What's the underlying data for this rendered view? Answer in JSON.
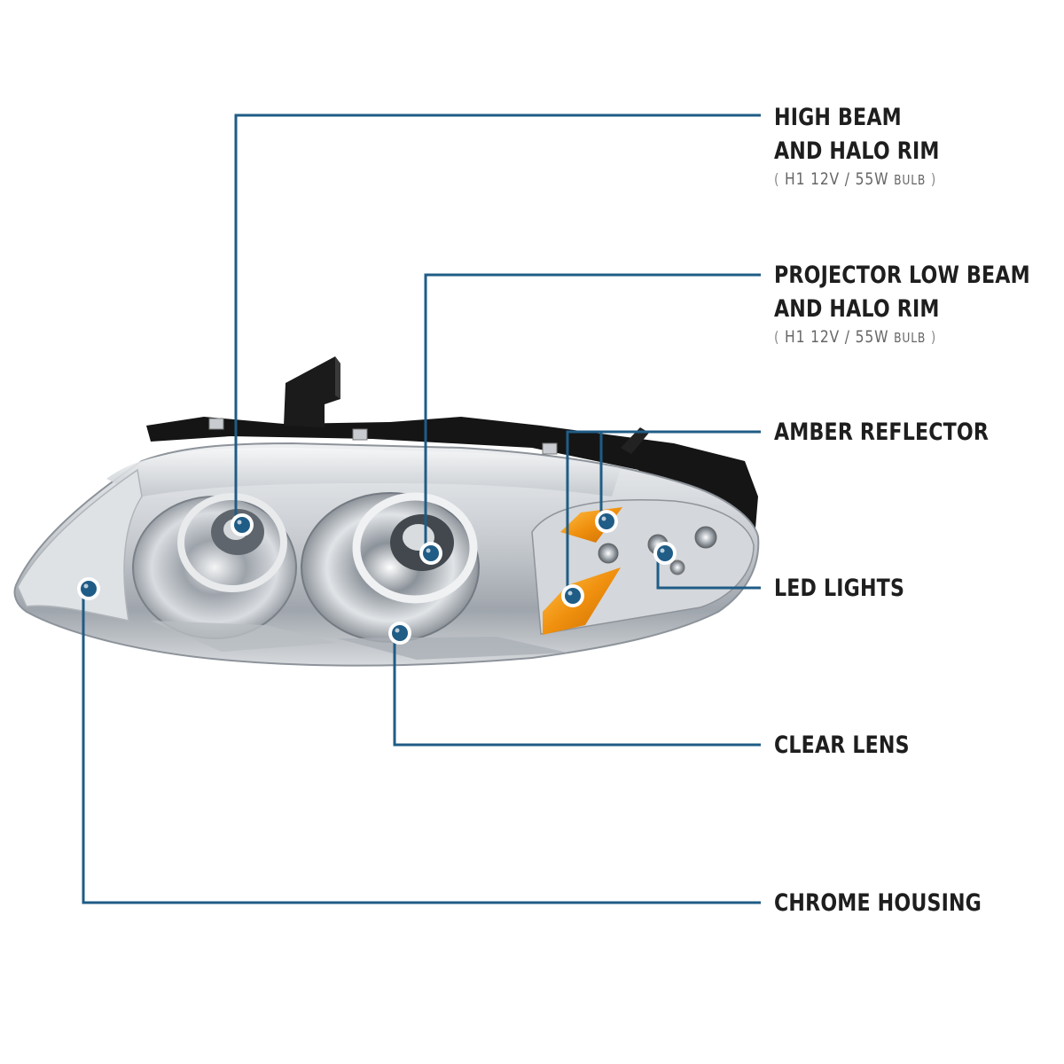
{
  "colors": {
    "callout_line": "#1f5c86",
    "callout_dot": "#1f5c86",
    "label_text": "#1e1e1e",
    "spec_text": "#666666",
    "amber": "#f19a12",
    "chrome": "#c9cdd2"
  },
  "callouts": {
    "high_beam": {
      "title_line1": "HIGH BEAM",
      "title_line2": "AND HALO RIM",
      "spec_open": "(",
      "spec_main": "H1  12V / 55W",
      "spec_unit": "BULB",
      "spec_close": ")"
    },
    "low_beam": {
      "title_line1": "PROJECTOR LOW BEAM",
      "title_line2": "AND HALO RIM",
      "spec_open": "(",
      "spec_main": "H1  12V / 55W",
      "spec_unit": "BULB",
      "spec_close": ")"
    },
    "amber_reflector": {
      "title": "AMBER REFLECTOR"
    },
    "led_lights": {
      "title": "LED LIGHTS"
    },
    "clear_lens": {
      "title": "CLEAR LENS"
    },
    "chrome_housing": {
      "title": "CHROME HOUSING"
    }
  }
}
